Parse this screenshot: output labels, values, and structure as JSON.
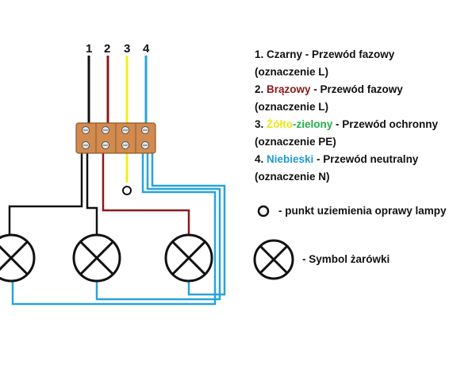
{
  "wire_numbers": [
    "1",
    "2",
    "3",
    "4"
  ],
  "legend": {
    "item1": {
      "prefix": "1. ",
      "color_name": "Czarny",
      "suffix": " - Przewód fazowy",
      "note": "(oznaczenie L)",
      "color": "#111111"
    },
    "item2": {
      "prefix": "",
      "color_name": "Brązowy",
      "suffix": " - Przewód fazowy",
      "note": "(oznaczenie L)",
      "color": "#8b1a1a"
    },
    "item3": {
      "prefix": "3. ",
      "color_name_a": "Żółto",
      "color_name_sep": "-",
      "color_name_b": "zielony",
      "suffix": " - Przewód ochronny",
      "note": "(oznaczenie PE)",
      "color_a": "#e8e61a",
      "color_b": "#22b14c"
    },
    "item4": {
      "prefix": "4. ",
      "color_name": "Niebieski",
      "suffix": " - Przewód neutralny",
      "note": "(oznaczenie N)",
      "color": "#1f9ad6"
    }
  },
  "symbols": {
    "ground_point_label": "- punkt uziemienia oprawy lampy",
    "bulb_label": "- Symbol żarówki"
  },
  "colors": {
    "black_wire": "#111111",
    "brown_wire": "#8b1a1a",
    "yellow_wire": "#f2ef1e",
    "blue_wire": "#29a3db",
    "terminal_block": "#d28a4e"
  }
}
